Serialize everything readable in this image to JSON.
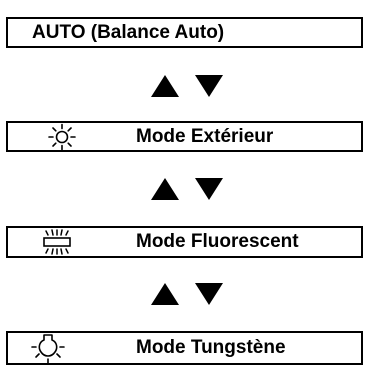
{
  "modes": [
    {
      "label": "AUTO (Balance Auto)",
      "icon": "none"
    },
    {
      "label": "Mode Extérieur",
      "icon": "sun-icon"
    },
    {
      "label": "Mode Fluorescent",
      "icon": "fluorescent-icon"
    },
    {
      "label": "Mode Tungstène",
      "icon": "tungsten-bulb-icon"
    }
  ],
  "arrow_icons": [
    "up-triangle-icon",
    "down-triangle-icon"
  ]
}
